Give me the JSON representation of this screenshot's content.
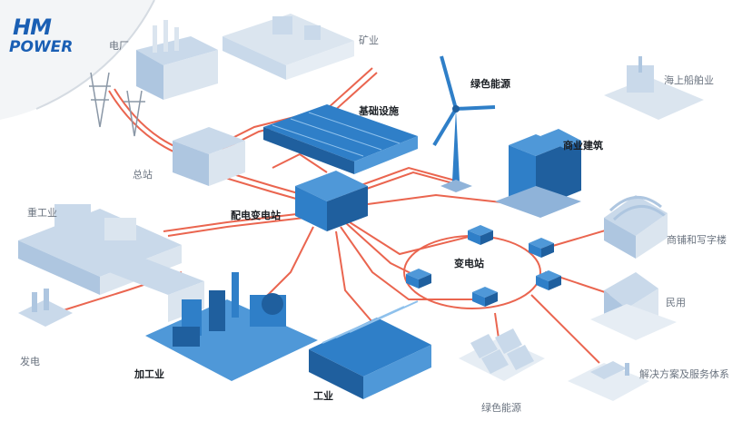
{
  "logo": {
    "line1": "HM",
    "line2": "POWER"
  },
  "nodes": {
    "power_plant": "电厂",
    "mining": "矿业",
    "green_energy_top": "绿色能源",
    "offshore": "海上船舶业",
    "infrastructure": "基础设施",
    "commercial_building": "商业建筑",
    "main_station": "总站",
    "heavy_industry": "重工业",
    "distribution_substation": "配电变电站",
    "substation": "变电站",
    "shops_offices": "商铺和写字楼",
    "residential": "民用",
    "generation": "发电",
    "processing_industry": "加工业",
    "industry": "工业",
    "green_energy_bottom": "绿色能源",
    "solutions": "解决方案及服务体系"
  },
  "colors": {
    "cable": "#e8553d",
    "building_light": "#c9d9ea",
    "building_mid": "#8fb3d9",
    "building_blue": "#2f7fc8",
    "building_dark": "#1f5f9e",
    "faded": "#dbe5ef"
  }
}
